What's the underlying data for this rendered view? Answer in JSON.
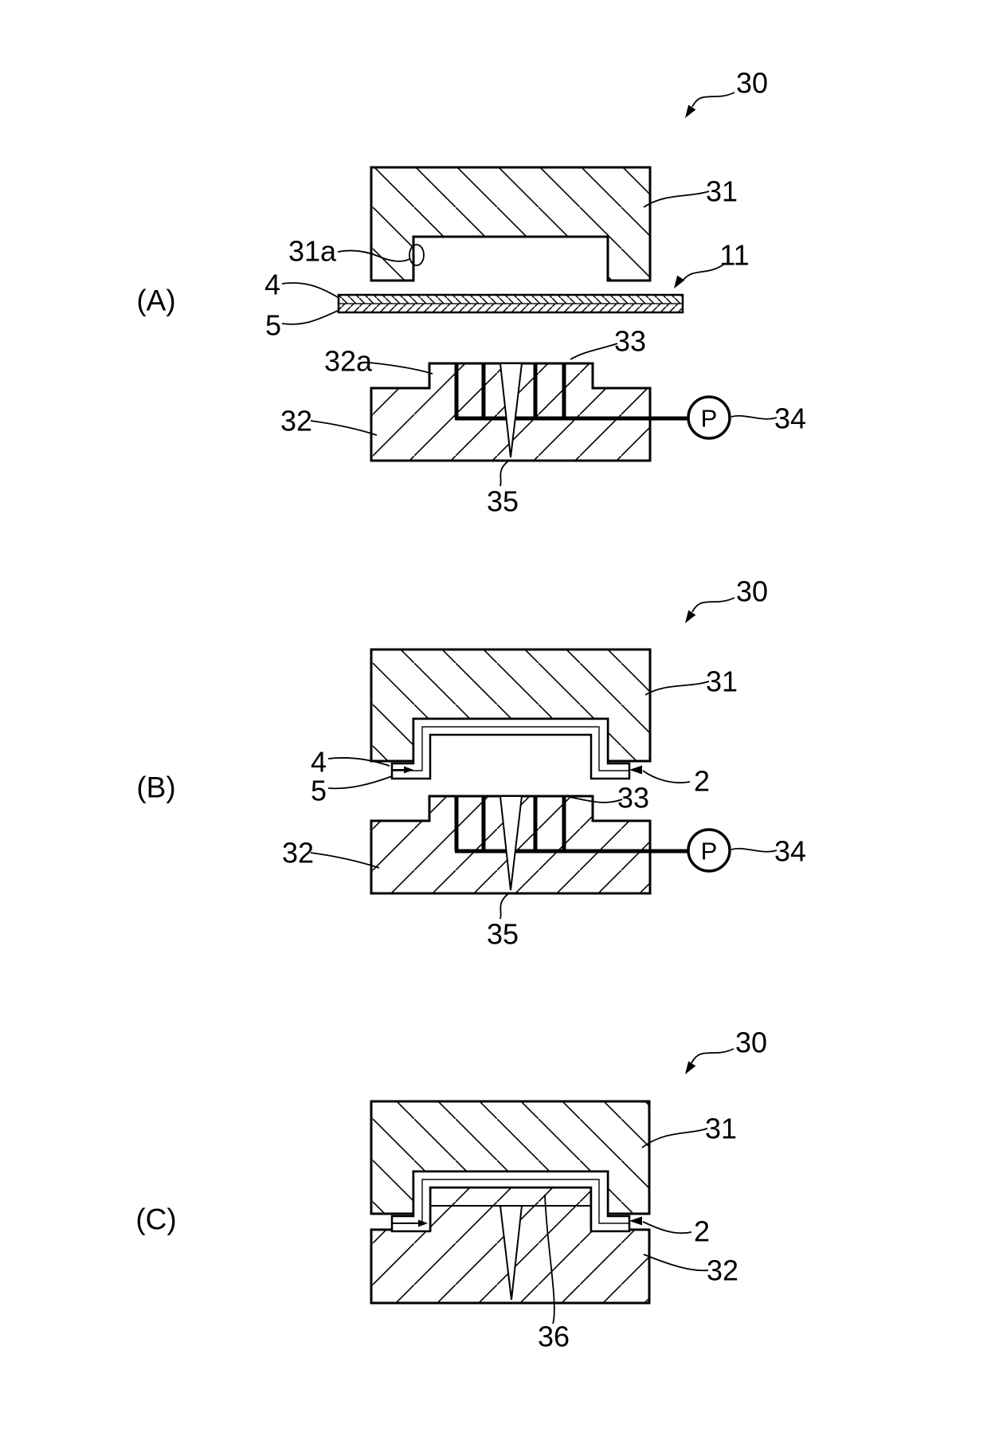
{
  "figure": {
    "background_color": "#ffffff",
    "line_color": "#000000"
  },
  "sections": {
    "a": {
      "tag": "(A)",
      "labels": {
        "assembly": "30",
        "upper_mold": "31",
        "recess": "31a",
        "laminate_sheet": "11",
        "skin_layer": "4",
        "base_layer": "5",
        "boss": "32a",
        "lower_mold": "32",
        "suction_channels": "33",
        "pump_symbol": "P",
        "pump": "34",
        "vent_hole": "35"
      }
    },
    "b": {
      "tag": "(B)",
      "labels": {
        "assembly": "30",
        "upper_mold": "31",
        "skin_layer": "4",
        "base_layer": "5",
        "sheet_edge": "2",
        "suction_channels": "33",
        "lower_mold": "32",
        "pump_symbol": "P",
        "pump": "34",
        "vent_hole": "35"
      }
    },
    "c": {
      "tag": "(C)",
      "labels": {
        "assembly": "30",
        "upper_mold": "31",
        "sheet_edge": "2",
        "lower_mold": "32",
        "molded_skin": "36"
      }
    }
  }
}
